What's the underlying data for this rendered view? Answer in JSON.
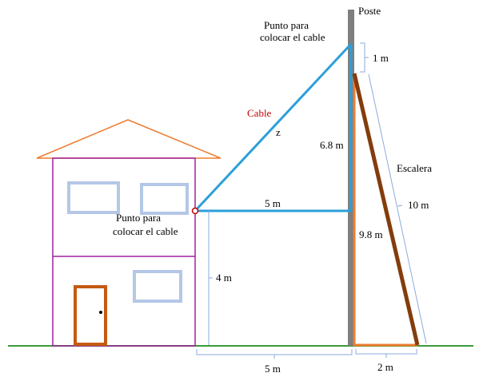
{
  "labels": {
    "pole": "Poste",
    "point_top_line1": "Punto para",
    "point_top_line2": "colocar el cable",
    "point_house_line1": "Punto para",
    "point_house_line2": "colocar el cable",
    "cable": "Cable",
    "z": "z",
    "ladder": "Escalera",
    "one_m": "1 m",
    "pole_segment": "6.8 m",
    "horizontal_cable": "5 m",
    "ladder_length": "10 m",
    "ladder_height": "9.8 m",
    "house_height": "4 m",
    "ground_distance": "5 m",
    "ladder_base": "2 m"
  },
  "colors": {
    "cable": "#2b9fd9",
    "roof": "#ed7d31",
    "house_walls": "#a0229b",
    "pole": "#808080",
    "ladder": "#843c0c",
    "ladder_triangle": "#ed7d31",
    "ground": "#3a9a3a",
    "windows": "#b4c7e7",
    "door": "#c55a11",
    "dimension": "#8eaadb",
    "cable_text": "#c00000"
  }
}
